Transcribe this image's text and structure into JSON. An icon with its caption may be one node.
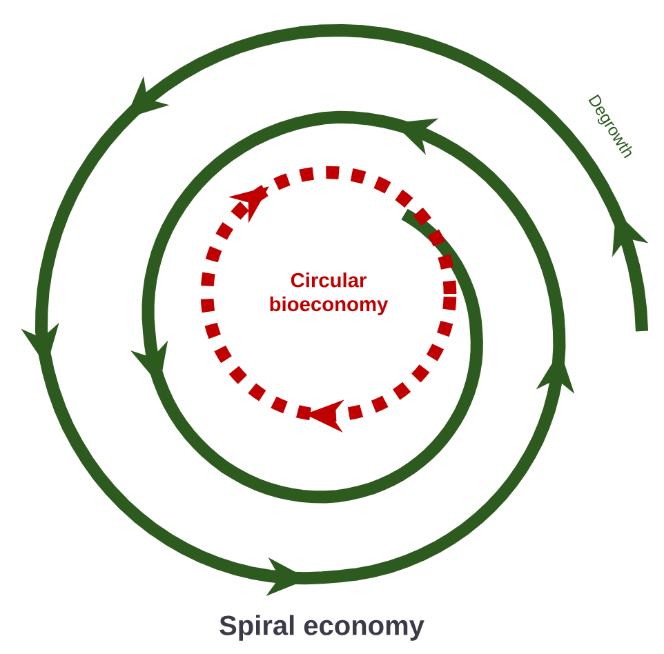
{
  "diagram": {
    "caption": "Spiral economy",
    "nodes": [
      {
        "text": [
          "Circular bioeconomy"
        ]
      }
    ],
    "labels": [
      "Degrowth"
    ]
  }
}
